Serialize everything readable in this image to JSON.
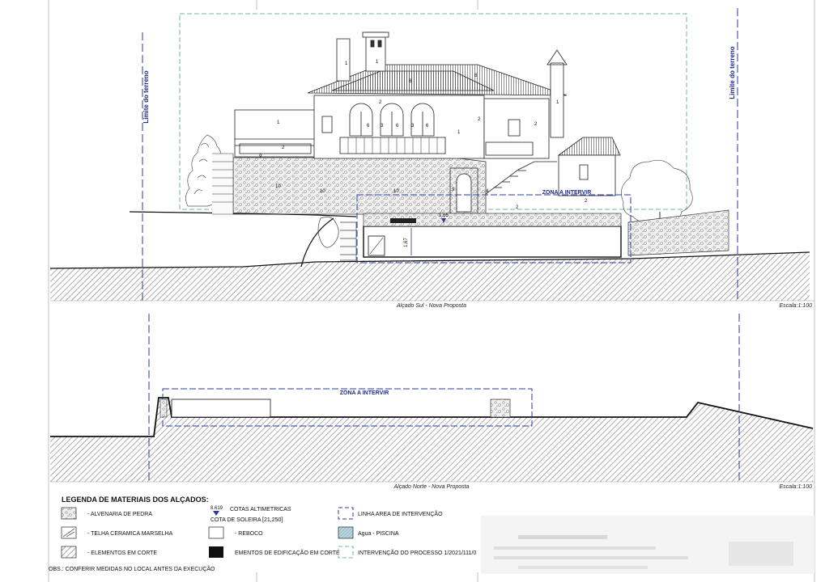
{
  "south": {
    "caption": "Alçado Sul - Nova Proposta",
    "scale": "Escala:1:100",
    "limit_left": "Limite do terreno",
    "limit_right": "Limite do terreno",
    "zone": "ZONA A INTERVIR",
    "dim_height": "1,67",
    "level_marker": "1.65"
  },
  "north": {
    "caption": "Alçado Norte - Nova Proposta",
    "scale": "Escala:1:100",
    "zone": "ZONA A INTERVIR"
  },
  "legend": {
    "title": "LEGENDA DE MATERIAIS DOS ALÇADOS:",
    "stone": "- ALVENARIA DE PEDRA",
    "tile": "- TELHA CERAMICA MARSELHA",
    "cut": "- ELEMENTOS EM CORTE",
    "level_value": "8.619",
    "level_label": "COTAS ALTIMETRICAS",
    "soleira": "COTA DE SOLEIRA [21,250]",
    "render": "- REBOCO",
    "cut_build": "EMENTOS DE EDIFICAÇÃO EM CORTE",
    "line_area": "LINHA AREA DE INTERVENÇÃO",
    "water": "Agua - PISCINA",
    "process": "INTERVENÇÃO DO PROCESSO 1/2021/111/0"
  },
  "note": "OBS.: CONFERIR MEDIDAS NO LOCAL ANTES DA EXECUÇÃO",
  "colors": {
    "blue_dash": "#2b3aa0",
    "green_dash": "#6fb5a3",
    "hatch": "#7a7a7a"
  }
}
